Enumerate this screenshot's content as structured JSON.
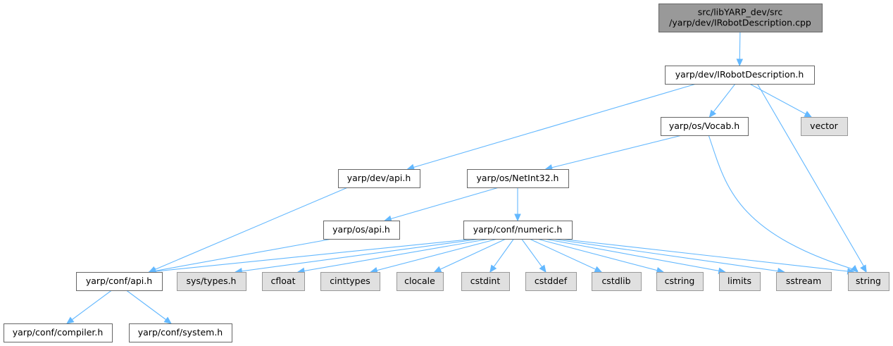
{
  "colors": {
    "root_fill": "#999999",
    "root_border": "#666666",
    "local_fill": "#ffffff",
    "local_border": "#666666",
    "system_fill": "#e0e0e0",
    "system_border": "#999999",
    "edge": "#63b8ff",
    "text": "#000000"
  },
  "nodes": [
    {
      "id": "root",
      "kind": "root",
      "lines": [
        "src/libYARP_dev/src",
        "/yarp/dev/IRobotDescription.cpp"
      ]
    },
    {
      "id": "irobot_h",
      "kind": "local",
      "lines": [
        "yarp/dev/IRobotDescription.h"
      ]
    },
    {
      "id": "vocab_h",
      "kind": "local",
      "lines": [
        "yarp/os/Vocab.h"
      ]
    },
    {
      "id": "vector",
      "kind": "system",
      "lines": [
        "vector"
      ]
    },
    {
      "id": "dev_api_h",
      "kind": "local",
      "lines": [
        "yarp/dev/api.h"
      ]
    },
    {
      "id": "netint32_h",
      "kind": "local",
      "lines": [
        "yarp/os/NetInt32.h"
      ]
    },
    {
      "id": "os_api_h",
      "kind": "local",
      "lines": [
        "yarp/os/api.h"
      ]
    },
    {
      "id": "numeric_h",
      "kind": "local",
      "lines": [
        "yarp/conf/numeric.h"
      ]
    },
    {
      "id": "conf_api_h",
      "kind": "local",
      "lines": [
        "yarp/conf/api.h"
      ]
    },
    {
      "id": "sys_types_h",
      "kind": "system",
      "lines": [
        "sys/types.h"
      ]
    },
    {
      "id": "cfloat",
      "kind": "system",
      "lines": [
        "cfloat"
      ]
    },
    {
      "id": "cinttypes",
      "kind": "system",
      "lines": [
        "cinttypes"
      ]
    },
    {
      "id": "clocale",
      "kind": "system",
      "lines": [
        "clocale"
      ]
    },
    {
      "id": "cstdint",
      "kind": "system",
      "lines": [
        "cstdint"
      ]
    },
    {
      "id": "cstddef",
      "kind": "system",
      "lines": [
        "cstddef"
      ]
    },
    {
      "id": "cstdlib",
      "kind": "system",
      "lines": [
        "cstdlib"
      ]
    },
    {
      "id": "cstring",
      "kind": "system",
      "lines": [
        "cstring"
      ]
    },
    {
      "id": "limits",
      "kind": "system",
      "lines": [
        "limits"
      ]
    },
    {
      "id": "sstream",
      "kind": "system",
      "lines": [
        "sstream"
      ]
    },
    {
      "id": "string",
      "kind": "system",
      "lines": [
        "string"
      ]
    },
    {
      "id": "compiler_h",
      "kind": "local",
      "lines": [
        "yarp/conf/compiler.h"
      ]
    },
    {
      "id": "system_h",
      "kind": "local",
      "lines": [
        "yarp/conf/system.h"
      ]
    }
  ],
  "edges": [
    {
      "from": "root",
      "to": "irobot_h"
    },
    {
      "from": "irobot_h",
      "to": "dev_api_h"
    },
    {
      "from": "irobot_h",
      "to": "vocab_h"
    },
    {
      "from": "irobot_h",
      "to": "vector"
    },
    {
      "from": "irobot_h",
      "to": "string"
    },
    {
      "from": "vocab_h",
      "to": "netint32_h"
    },
    {
      "from": "vocab_h",
      "to": "string"
    },
    {
      "from": "dev_api_h",
      "to": "conf_api_h"
    },
    {
      "from": "netint32_h",
      "to": "os_api_h"
    },
    {
      "from": "netint32_h",
      "to": "numeric_h"
    },
    {
      "from": "os_api_h",
      "to": "conf_api_h"
    },
    {
      "from": "numeric_h",
      "to": "conf_api_h"
    },
    {
      "from": "numeric_h",
      "to": "sys_types_h"
    },
    {
      "from": "numeric_h",
      "to": "cfloat"
    },
    {
      "from": "numeric_h",
      "to": "cinttypes"
    },
    {
      "from": "numeric_h",
      "to": "clocale"
    },
    {
      "from": "numeric_h",
      "to": "cstdint"
    },
    {
      "from": "numeric_h",
      "to": "cstddef"
    },
    {
      "from": "numeric_h",
      "to": "cstdlib"
    },
    {
      "from": "numeric_h",
      "to": "cstring"
    },
    {
      "from": "numeric_h",
      "to": "limits"
    },
    {
      "from": "numeric_h",
      "to": "sstream"
    },
    {
      "from": "numeric_h",
      "to": "string"
    },
    {
      "from": "conf_api_h",
      "to": "compiler_h"
    },
    {
      "from": "conf_api_h",
      "to": "system_h"
    }
  ]
}
